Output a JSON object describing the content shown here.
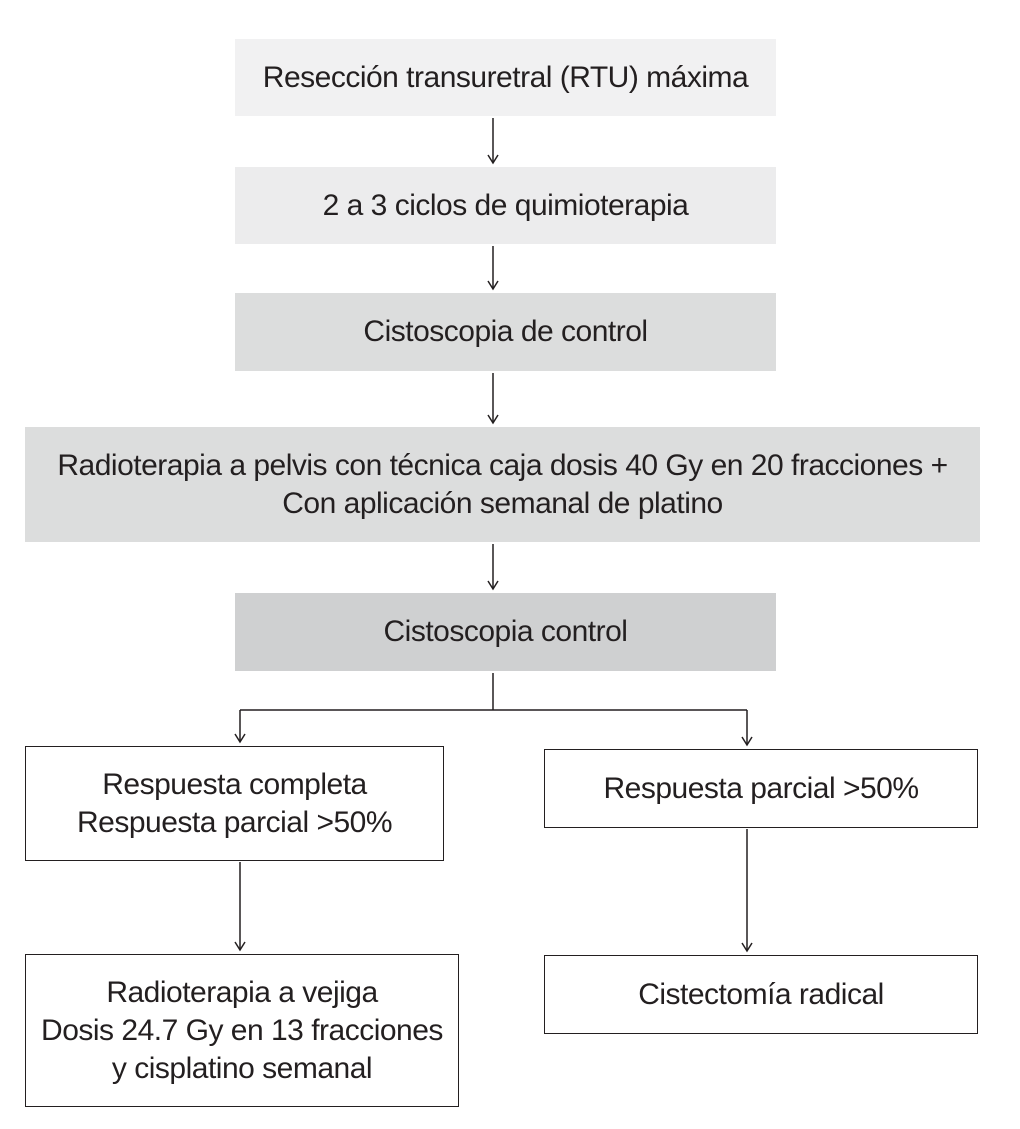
{
  "flowchart": {
    "step1": {
      "label": "Resección transuretral (RTU) máxima",
      "fill": "#f1f1f2"
    },
    "step2": {
      "label": "2 a 3 ciclos de quimioterapia",
      "fill": "#ececed"
    },
    "step3": {
      "label": "Cistoscopia de control",
      "fill": "#dcdddd"
    },
    "step4": {
      "lines": [
        "Radioterapia a pelvis con técnica caja dosis 40 Gy en 20 fracciones +",
        "Con aplicación semanal de platino"
      ],
      "fill": "#dcdddd"
    },
    "step5": {
      "label": "Cistoscopia control",
      "fill": "#cfd0d1"
    },
    "branch_left": {
      "outcome": {
        "lines": [
          "Respuesta completa",
          "Respuesta parcial >50%"
        ]
      },
      "treatment": {
        "lines": [
          "Radioterapia a vejiga",
          "Dosis 24.7 Gy en 13 fracciones",
          "y cisplatino semanal"
        ]
      }
    },
    "branch_right": {
      "outcome": {
        "label": "Respuesta parcial >50%"
      },
      "treatment": {
        "label": "Cistectomía radical"
      }
    },
    "line_color": "#231f20"
  }
}
